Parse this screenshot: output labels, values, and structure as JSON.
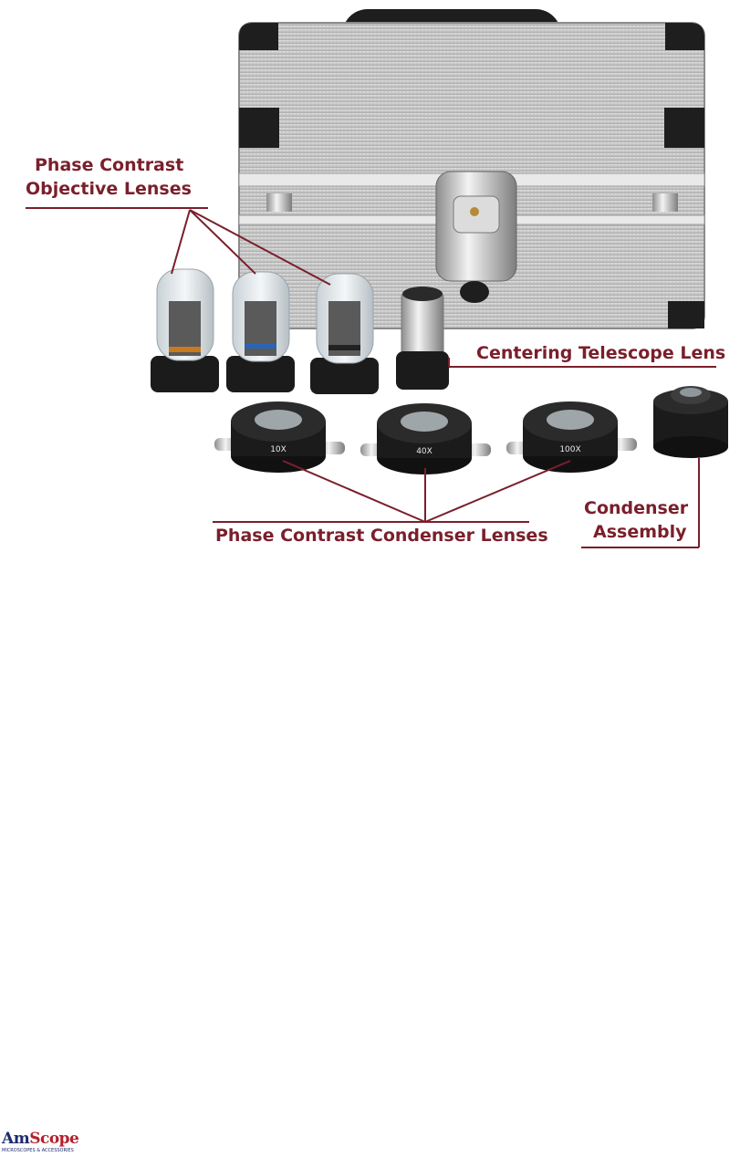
{
  "labels": {
    "objective_line1": "Phase Contrast",
    "objective_line2": "Objective Lenses",
    "telescope": "Centering Telescope Lens",
    "condenser_lenses": "Phase Contrast Condenser Lenses",
    "condenser_assembly_line1": "Condenser",
    "condenser_assembly_line2": "Assembly"
  },
  "condenser_markings": [
    "10X",
    "40X",
    "100X"
  ],
  "logo": {
    "brand_first": "Am",
    "brand_second": "Scope",
    "tagline": "MICROSCOPES & ACCESSORIES"
  },
  "colors": {
    "label": "#7a1f2b",
    "case_silver": "#c9c9c9",
    "lens_black": "#1b1b1b"
  }
}
